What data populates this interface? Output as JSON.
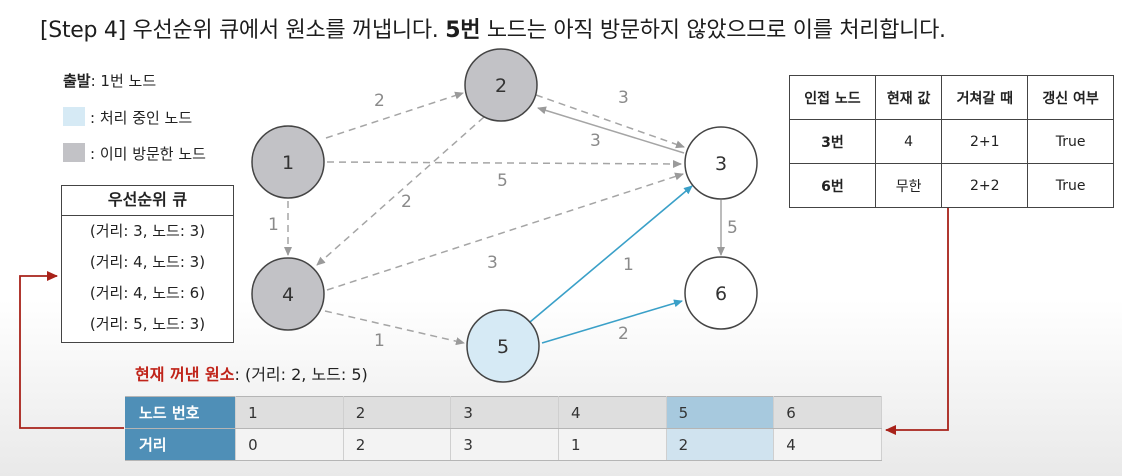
{
  "title": {
    "prefix": "[Step 4] 우선순위 큐에서 원소를 꺼냅니다.",
    "highlight": "5번",
    "suffix": "노드는 아직 방문하지 않았으므로 이를 처리합니다."
  },
  "legend": {
    "start_label": "출발",
    "start_value": ": 1번 노드",
    "processing": ": 처리 중인 노드",
    "visited": ": 이미 방문한 노드"
  },
  "priority_queue": {
    "title": "우선순위 큐",
    "items": [
      "(거리: 3, 노드: 3)",
      "(거리: 4, 노드: 3)",
      "(거리: 4, 노드: 6)",
      "(거리: 5, 노드: 3)"
    ]
  },
  "graph": {
    "nodes": [
      "1",
      "2",
      "3",
      "4",
      "5",
      "6"
    ],
    "edge_weights": {
      "e12": "2",
      "e23": "3",
      "e32": "3",
      "e13": "5",
      "e24": "2",
      "e14": "1",
      "e43": "3",
      "e45": "1",
      "e53": "1",
      "e56": "2",
      "e36": "5"
    }
  },
  "neighbor_table": {
    "headers": [
      "인접 노드",
      "현재 값",
      "거쳐갈 때",
      "갱신 여부"
    ],
    "rows": [
      [
        "3번",
        "4",
        "2+1",
        "True"
      ],
      [
        "6번",
        "무한",
        "2+2",
        "True"
      ]
    ]
  },
  "current": {
    "label": "현재 꺼낸 원소",
    "value": ": (거리: 2, 노드: 5)"
  },
  "distance_table": {
    "row1_header": "노드 번호",
    "row2_header": "거리",
    "nodes": [
      "1",
      "2",
      "3",
      "4",
      "5",
      "6"
    ],
    "distances": [
      "0",
      "2",
      "3",
      "1",
      "2",
      "4"
    ]
  },
  "colors": {
    "visited_node": "#c2c2c6",
    "processing_node": "#d6eaf5",
    "active_edge": "#3aa0c8",
    "arrow_red": "#a8221a",
    "table_header": "#4f8fb7"
  }
}
